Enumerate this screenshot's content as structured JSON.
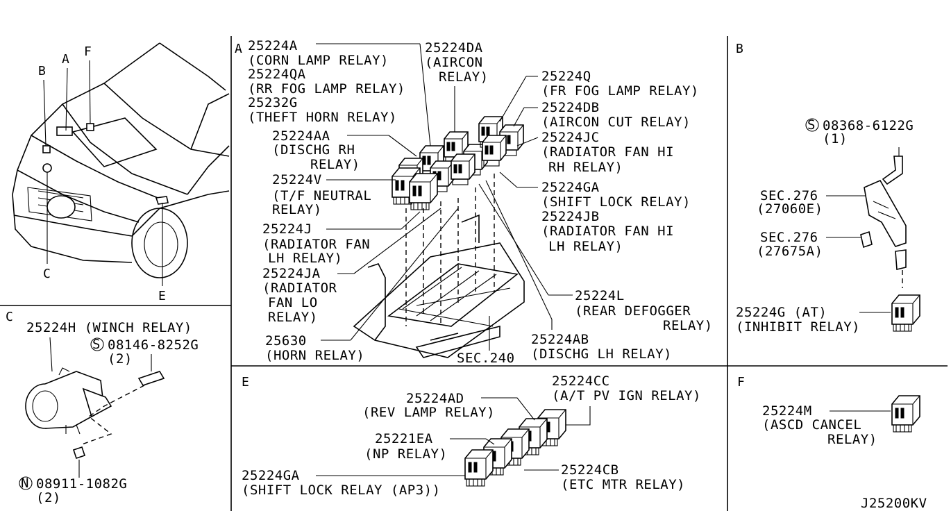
{
  "diagram_code": "J25200KV",
  "panels": {
    "vehicle": {
      "callouts": [
        "A",
        "B",
        "C",
        "E",
        "F"
      ]
    },
    "A": {
      "letter": "A",
      "labels": {
        "l1a": "25224A",
        "l1b": "(CORN LAMP RELAY)",
        "l2a": "25224QA",
        "l2b": "(RR FOG LAMP RELAY)",
        "l3a": "25232G",
        "l3b": "(THEFT HORN RELAY)",
        "l4a": "25224AA",
        "l4b": "(DISCHG RH",
        "l4c": "RELAY)",
        "l5a": "25224V",
        "l5b": "(T/F NEUTRAL",
        "l5c": "RELAY)",
        "l6a": "25224J",
        "l6b": "(RADIATOR FAN",
        "l6c": "LH RELAY)",
        "l7a": "25224JA",
        "l7b": "(RADIATOR",
        "l7c": "FAN LO",
        "l7d": "RELAY)",
        "l8a": "25630",
        "l8b": "(HORN RELAY)",
        "r0a": "25224DA",
        "r0b": "(AIRCON",
        "r0c": "RELAY)",
        "r1a": "25224Q",
        "r1b": "(FR FOG LAMP RELAY)",
        "r2a": "25224DB",
        "r2b": "(AIRCON CUT RELAY)",
        "r3a": "25224JC",
        "r3b": "(RADIATOR FAN HI",
        "r3c": "RH RELAY)",
        "r4a": "25224GA",
        "r4b": "(SHIFT LOCK RELAY)",
        "r5a": "25224JB",
        "r5b": "(RADIATOR FAN HI",
        "r5c": "LH RELAY)",
        "r6a": "25224L",
        "r6b": "(REAR DEFOGGER",
        "r6c": "RELAY)",
        "r7a": "25224AB",
        "r7b": "(DISCHG LH RELAY)",
        "sec": "SEC.240"
      }
    },
    "B": {
      "letter": "B",
      "bolt_symbol": "S",
      "bolt": "08368-6122G",
      "bolt_qty": "(1)",
      "sec1a": "SEC.276",
      "sec1b": "(27060E)",
      "sec2a": "SEC.276",
      "sec2b": "(27675A)",
      "relay_a": "25224G (AT)",
      "relay_b": "(INHIBIT RELAY)"
    },
    "C": {
      "letter": "C",
      "relay": "25224H (WINCH RELAY)",
      "bolt_symbol": "S",
      "bolt": "08146-8252G",
      "bolt_qty": "(2)",
      "nut_symbol": "N",
      "nut": "08911-1082G",
      "nut_qty": "(2)"
    },
    "E": {
      "letter": "E",
      "e1a": "25224CC",
      "e1b": "(A/T PV IGN RELAY)",
      "e2a": "25224AD",
      "e2b": "(REV LAMP RELAY)",
      "e3a": "25221EA",
      "e3b": "(NP RELAY)",
      "e4a": "25224CB",
      "e4b": "(ETC MTR RELAY)",
      "e5a": "25224GA",
      "e5b": "(SHIFT LOCK RELAY (AP3))"
    },
    "F": {
      "letter": "F",
      "relay_a": "25224M",
      "relay_b": "(ASCD CANCEL",
      "relay_c": "RELAY)"
    }
  }
}
